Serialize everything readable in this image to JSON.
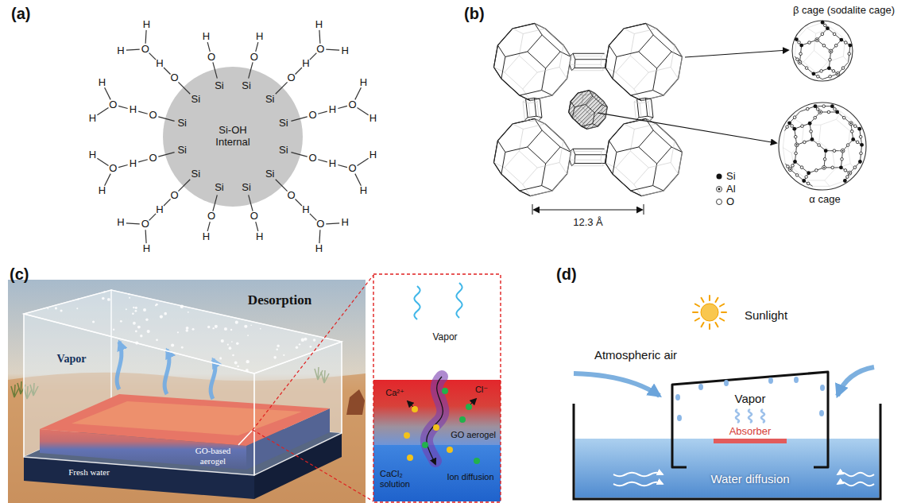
{
  "diagram": {
    "nodes": [
      {
        "text": [
          "Si-OH Internal"
        ]
      },
      {
        "text": [
          "GO aerogel"
        ]
      },
      {
        "text": [
          "CaCl₂ solution"
        ]
      }
    ],
    "labels": [
      "(a)",
      "Si",
      "O",
      "H",
      "O",
      "H",
      "H",
      "Si",
      "O",
      "H",
      "O",
      "H",
      "H",
      "Si",
      "O",
      "H",
      "Si",
      "O",
      "H",
      "Si",
      "O",
      "H",
      "O",
      "H",
      "H",
      "Si",
      "O",
      "H",
      "O",
      "H",
      "H",
      "Si",
      "O",
      "H",
      "O",
      "H",
      "H",
      "Si",
      "O",
      "H",
      "O",
      "H",
      "H",
      "Si",
      "O",
      "H",
      "Si",
      "O",
      "H",
      "Si",
      "O",
      "H",
      "O",
      "H",
      "H",
      "Si",
      "O",
      "H",
      "O",
      "H",
      "H",
      "(b)",
      "β cage (sodalite cage)",
      "α cage",
      "12.3 Å",
      "(c)",
      "Desorption",
      "Vapor",
      "Fresh water",
      "GO-based aerogel",
      "Vapor",
      "Ca²⁺",
      "Cl⁻",
      "Ion diffusion",
      "(d)",
      "Sunlight",
      "Atmospheric air",
      "Vapor",
      "Absorber",
      "Water diffusion"
    ],
    "legend": [
      {
        "text": "Si"
      },
      {
        "text": "Al"
      },
      {
        "text": "O"
      }
    ]
  }
}
